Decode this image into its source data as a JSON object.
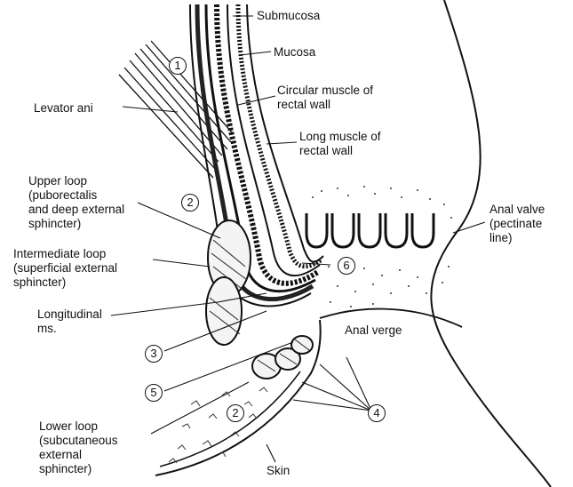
{
  "labels": {
    "submucosa": "Submucosa",
    "mucosa": "Mucosa",
    "circular_muscle": "Circular muscle of\nrectal wall",
    "long_muscle": "Long muscle of\nrectal wall",
    "levator_ani": "Levator ani",
    "upper_loop": "Upper loop\n(puborectalis\nand deep external\nsphincter)",
    "intermediate_loop": "Intermediate loop\n(superficial external\nsphincter)",
    "longitudinal_ms": "Longitudinal\nms.",
    "lower_loop": "Lower loop\n(subcutaneous\nexternal\nsphincter)",
    "skin": "Skin",
    "anal_verge": "Anal verge",
    "anal_valve": "Anal valve\n(pectinate\nline)"
  },
  "markers": {
    "m1": "1",
    "m2_upper": "2",
    "m2_lower": "2",
    "m3": "3",
    "m4": "4",
    "m5": "5",
    "m6": "6"
  }
}
